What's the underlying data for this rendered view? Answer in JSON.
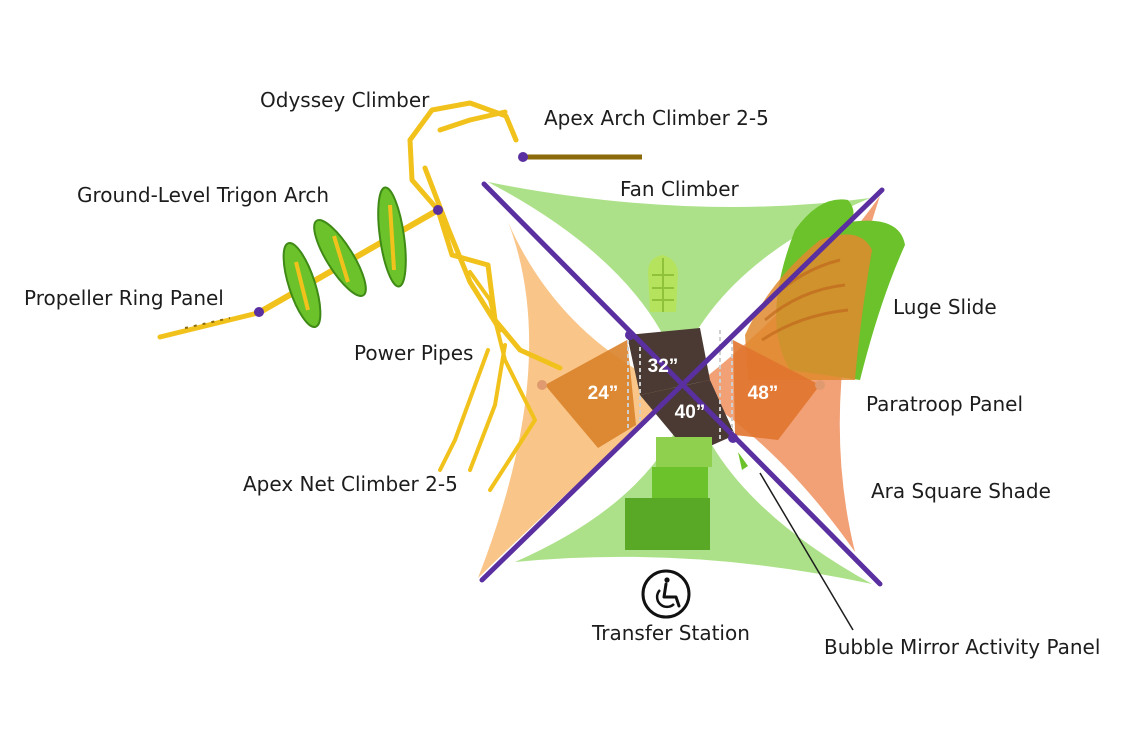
{
  "colors": {
    "shade_green": "#9ddc74",
    "shade_orange": "#f7b76a",
    "shade_salmon": "#ef8a54",
    "post_purple": "#5a2fa0",
    "deck_brown": "#4a3a33",
    "deck_orange": "#e08a2e",
    "component_yellow": "#f2c21c",
    "component_green": "#6cc22a"
  },
  "labels": {
    "odyssey_climber": "Odyssey Climber",
    "apex_arch_climber": "Apex Arch Climber 2-5",
    "ground_level_trigon_arch": "Ground-Level Trigon Arch",
    "fan_climber": "Fan Climber",
    "propeller_ring_panel": "Propeller Ring Panel",
    "luge_slide": "Luge Slide",
    "power_pipes": "Power Pipes",
    "paratroop_panel": "Paratroop Panel",
    "apex_net_climber": "Apex Net Climber 2-5",
    "ara_square_shade": "Ara Square Shade",
    "transfer_station": "Transfer Station",
    "bubble_mirror_activity_panel": "Bubble Mirror Activity Panel"
  },
  "deck_heights": {
    "left": "24”",
    "top": "32”",
    "center": "40”",
    "right": "48”"
  },
  "icons": {
    "accessibility": "wheelchair-accessibility-icon"
  }
}
